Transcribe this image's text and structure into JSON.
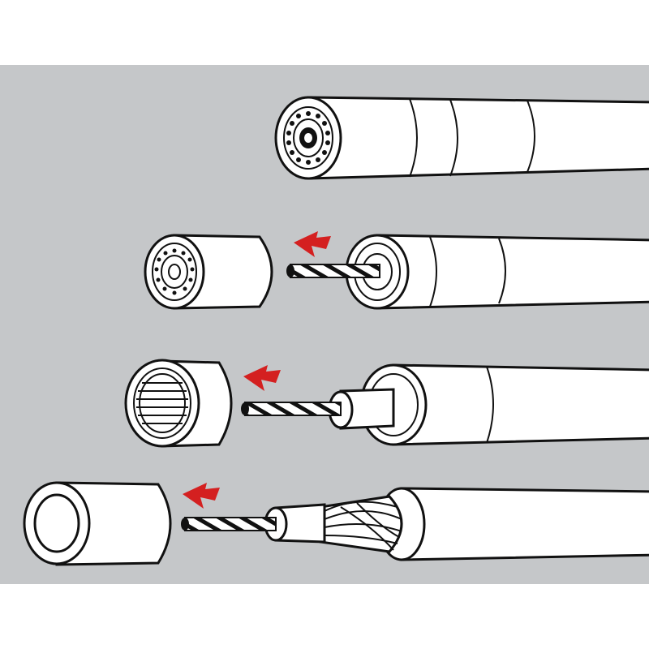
{
  "colors": {
    "background": "#ffffff",
    "panel": "#c5c7c9",
    "cable": "#ffffff",
    "outline": "#111111",
    "arrow": "#d42020"
  },
  "steps": [
    {
      "name": "intact-cable"
    },
    {
      "name": "outer-sleeve-removed"
    },
    {
      "name": "braid-exposed"
    },
    {
      "name": "jacket-removed"
    }
  ]
}
